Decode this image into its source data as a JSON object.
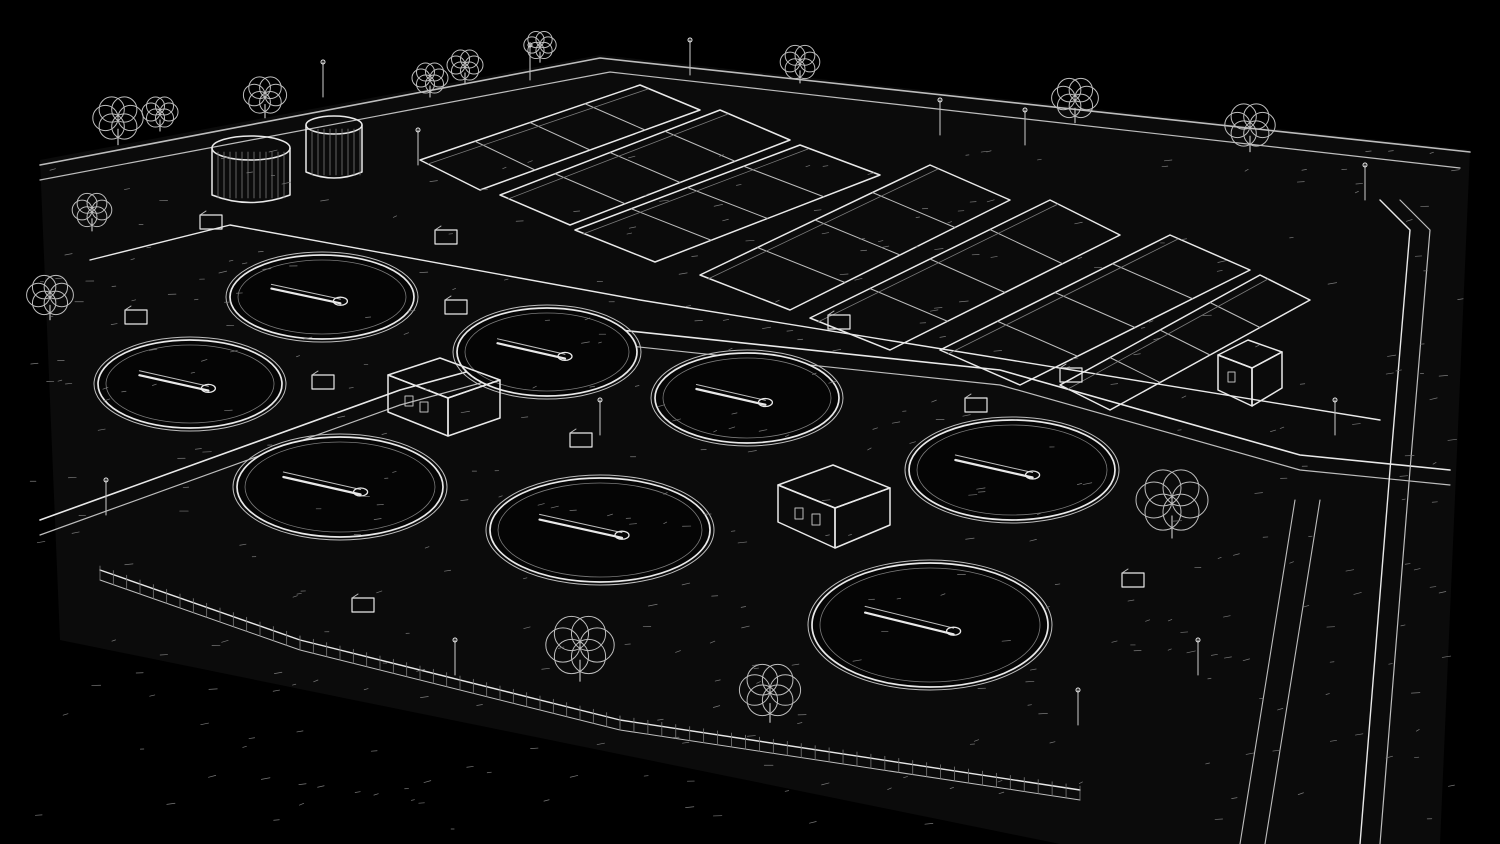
{
  "image": {
    "subject": "",
    "palette": {
      "background": "#000000",
      "line": "#e9e9e9",
      "line_soft": "#bdbdbd",
      "line_faint": "#7a7a7a",
      "ground": "#0b0b0b"
    },
    "counts": {
      "circular_clarifiers": 8,
      "rectangular_basins": 7,
      "control_buildings": 3,
      "storage_tanks": 2
    }
  }
}
